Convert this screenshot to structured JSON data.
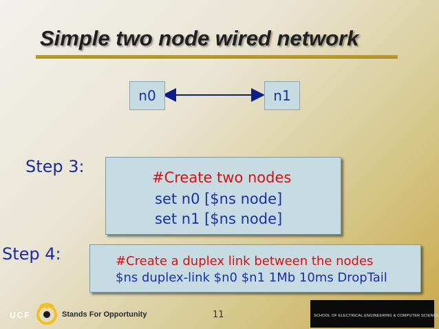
{
  "slide": {
    "title": "Simple two node wired network",
    "page_number": "11"
  },
  "diagram": {
    "node_a": "n0",
    "node_b": "n1",
    "link_color": "#0a1f8a"
  },
  "steps": [
    {
      "label": "Step 3:",
      "lines": [
        {
          "text": "#Create two nodes",
          "kind": "comment"
        },
        {
          "text": "set n0 [$ns node]",
          "kind": "command"
        },
        {
          "text": "set n1 [$ns node]",
          "kind": "command"
        }
      ]
    },
    {
      "label": "Step 4:",
      "lines": [
        {
          "text": "#Create a duplex link between the nodes",
          "kind": "comment"
        },
        {
          "text": "$ns duplex-link $n0 $n1 1Mb 10ms DropTail",
          "kind": "command"
        }
      ]
    }
  ],
  "footer": {
    "logo_text": "UCF",
    "tagline": "Stands For Opportunity",
    "school": "SCHOOL OF ELECTRICAL ENGINEERING & COMPUTER SCIENCE"
  },
  "colors": {
    "comment": "#d41212",
    "command": "#1a2fa8",
    "box_fill": "#c6dbe2",
    "accent_gold": "#b99a2f"
  }
}
